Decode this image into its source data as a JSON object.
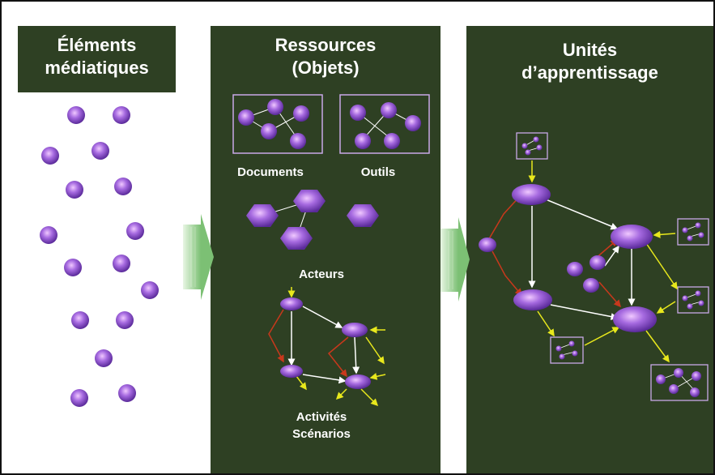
{
  "columns": {
    "elements": {
      "title": "Éléments\nmédiatiques"
    },
    "resources": {
      "title": "Ressources\n(Objets)"
    },
    "units": {
      "title": "Unités\nd’apprentissage"
    }
  },
  "labels": {
    "documents": "Documents",
    "tools": "Outils",
    "actors": "Acteurs",
    "activities": "Activités\nScénarios"
  },
  "colors": {
    "panel": "#2e4023",
    "node": "#9b5fd6",
    "arrow_white": "#ffffff",
    "arrow_yellow": "#e8e81c",
    "arrow_red": "#c8381c",
    "transition_arrow": "#8fd08a"
  }
}
